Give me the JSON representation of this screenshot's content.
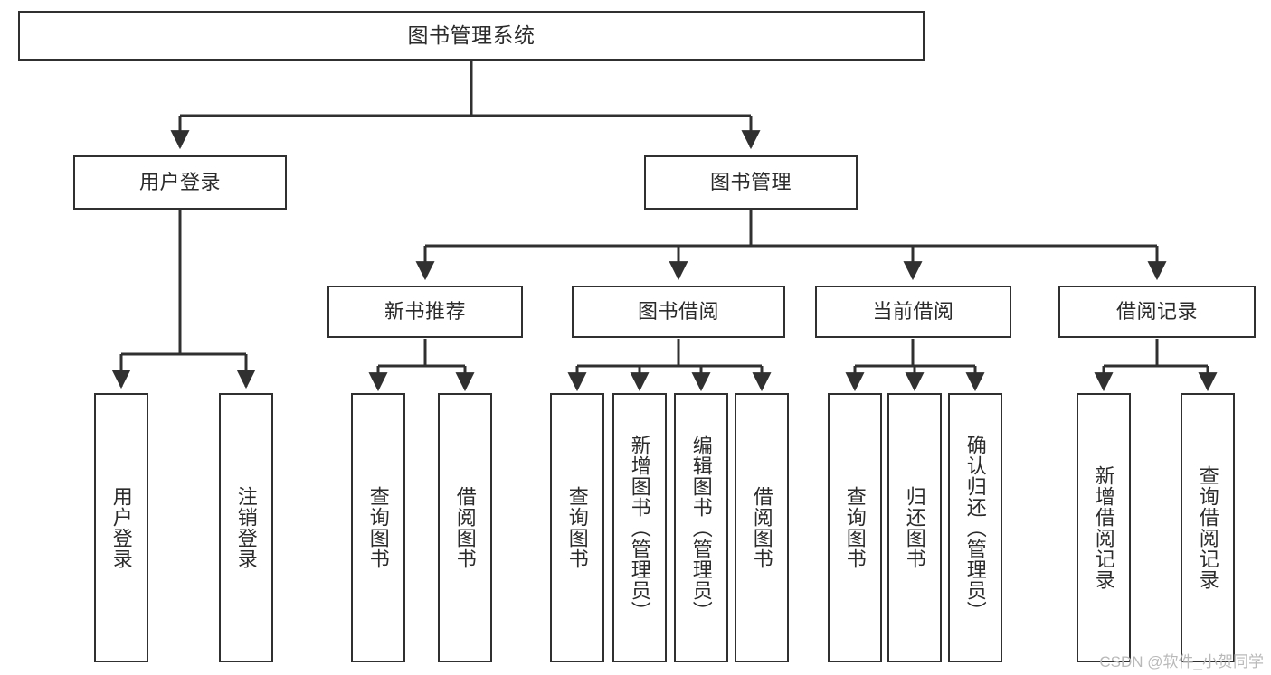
{
  "diagram": {
    "title": "图书管理系统",
    "watermark": "CSDN @软件_小贺同学",
    "line_color": "#303030",
    "box_fill": "#ffffff",
    "text_color": "#2b2b2b",
    "root": {
      "label": "图书管理系统"
    },
    "level1": [
      {
        "label": "用户登录"
      },
      {
        "label": "图书管理"
      }
    ],
    "level2": [
      {
        "label": "新书推荐"
      },
      {
        "label": "图书借阅"
      },
      {
        "label": "当前借阅"
      },
      {
        "label": "借阅记录"
      }
    ],
    "leaves": {
      "user_login": [
        {
          "label": "用户登录"
        },
        {
          "label": "注销登录"
        }
      ],
      "new_book_recommend": [
        {
          "label": "查询图书"
        },
        {
          "label": "借阅图书"
        }
      ],
      "book_borrow": [
        {
          "label": "查询图书"
        },
        {
          "label": "新增图书（管理员）"
        },
        {
          "label": "编辑图书（管理员）"
        },
        {
          "label": "借阅图书"
        }
      ],
      "current_borrow": [
        {
          "label": "查询图书"
        },
        {
          "label": "归还图书"
        },
        {
          "label": "确认归还（管理员）"
        }
      ],
      "borrow_record": [
        {
          "label": "新增借阅记录"
        },
        {
          "label": "查询借阅记录"
        }
      ]
    }
  }
}
